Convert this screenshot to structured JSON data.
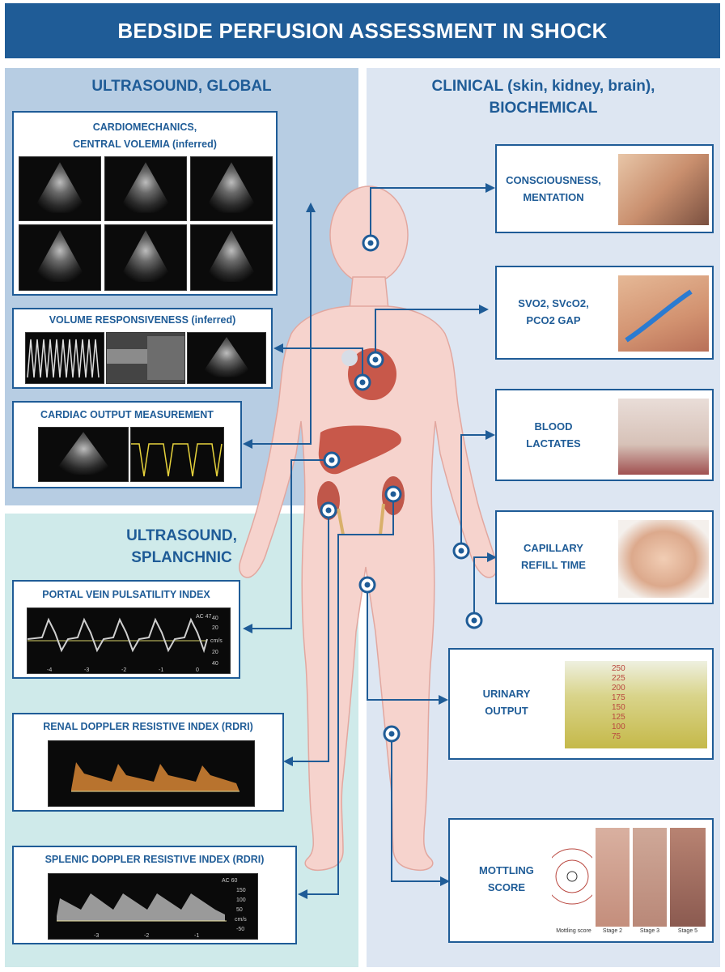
{
  "header": {
    "title": "BEDSIDE PERFUSION ASSESSMENT IN SHOCK"
  },
  "sections": {
    "global": {
      "title": "ULTRASOUND, GLOBAL"
    },
    "splanchnic": {
      "title_line1": "ULTRASOUND,",
      "title_line2": "SPLANCHNIC"
    },
    "clinical": {
      "title_line1": "CLINICAL (skin, kidney, brain),",
      "title_line2": "BIOCHEMICAL"
    }
  },
  "left_boxes": {
    "cardiomechanics": {
      "line1": "CARDIOMECHANICS,",
      "line2": "CENTRAL VOLEMIA (inferred)"
    },
    "volume": {
      "label": "VOLUME RESPONSIVENESS (inferred)"
    },
    "cardiac_output": {
      "label": "CARDIAC OUTPUT MEASUREMENT"
    },
    "portal": {
      "label": "PORTAL VEIN PULSATILITY INDEX",
      "tick_labels": [
        "AC 47",
        "40",
        "20",
        "cm/s",
        "20",
        "40"
      ],
      "x_ticks": [
        "-4",
        "-3",
        "-2",
        "-1",
        "0"
      ]
    },
    "renal": {
      "label": "RENAL DOPPLER RESISTIVE INDEX (RDRI)"
    },
    "splenic": {
      "label": "SPLENIC DOPPLER RESISTIVE INDEX (RDRI)",
      "tick_labels": [
        "AC 60",
        "150",
        "100",
        "50",
        "cm/s",
        "-50"
      ],
      "x_ticks": [
        "-3",
        "-2",
        "-1"
      ]
    }
  },
  "right_boxes": {
    "consciousness": {
      "line1": "CONSCIOUSNESS,",
      "line2": "MENTATION"
    },
    "svo2": {
      "line1": "SVO2, SVcO2,",
      "line2": "PCO2 GAP"
    },
    "lactates": {
      "line1": "BLOOD",
      "line2": "LACTATES"
    },
    "capillary": {
      "line1": "CAPILLARY",
      "line2": "REFILL TIME"
    },
    "urinary": {
      "line1": "URINARY",
      "line2": "OUTPUT",
      "scale": [
        "250",
        "225",
        "200",
        "175",
        "150",
        "125",
        "100",
        "75"
      ]
    },
    "mottling": {
      "line1": "MOTTLING",
      "line2": "SCORE",
      "captions": [
        "Mottling score",
        "Stage 2",
        "Stage 3",
        "Stage 5"
      ]
    }
  },
  "colors": {
    "brand": "#1f5c97",
    "global_bg": "#b7cde3",
    "splanchnic_bg": "#cfeaea",
    "clinical_bg": "#dde6f2",
    "body": "#f6d3cd"
  }
}
